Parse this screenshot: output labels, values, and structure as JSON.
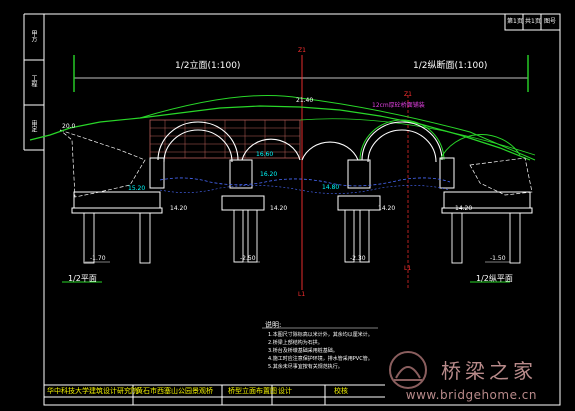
{
  "drawing": {
    "left_header": "1/2立面(1:100)",
    "right_header": "1/2纵断面(1:100)",
    "left_plan": "1/2平面",
    "right_plan": "1/2纵平面",
    "center_mark_top": "Z1",
    "center_mark_bottom": "L1",
    "right_mark_top": "Z1",
    "right_mark_bottom": "L1",
    "elev_top": "21.40",
    "elev_left": "20.0",
    "elev_a": "16.60",
    "elev_b": "16.20",
    "elev_c": "15.20",
    "elev_d": "14.80",
    "elev_e": "14.20",
    "elev_f": "14.20",
    "elev_g": "14.20",
    "elev_h": "14.20",
    "elev_pile1": "-1.70",
    "elev_pile2": "-2.50",
    "elev_pile3": "-2.30",
    "elev_pile4": "-1.50",
    "note_arch": "12cm厚砼桥面铺装",
    "side_labels": [
      "甲方",
      "工程",
      "审定"
    ],
    "notes_title": "说明:",
    "notes": [
      "1.本图尺寸除标高以米计外，其余均以厘米计。",
      "2.桥梁上部结构为石拱。",
      "3.桥台及桥墩基础采用桩基础。",
      "4.施工时应注意保护环境，排水管采用PVC管。",
      "5.其余未尽事宜按有关规范执行。"
    ]
  },
  "title_block": {
    "org": "华中科技大学建筑设计研究院",
    "project": "黄石市西塞山公园景观桥",
    "drawing_name": "桥型立面布置图",
    "design": "设计",
    "check": "校核",
    "top_cells": [
      "第1页",
      "共1页",
      "图号"
    ]
  },
  "watermark": {
    "cn": "桥梁之家",
    "url": "www.bridgehome.cn"
  },
  "colors": {
    "background": "#000000",
    "frame": "#ffffff",
    "title_text": "#f2f200",
    "bridge_line": "#ffffff",
    "deck_green": "#29d629",
    "water_line": "#4a6bff",
    "red_center": "#ff3030",
    "watermark": "#b88a8a"
  }
}
